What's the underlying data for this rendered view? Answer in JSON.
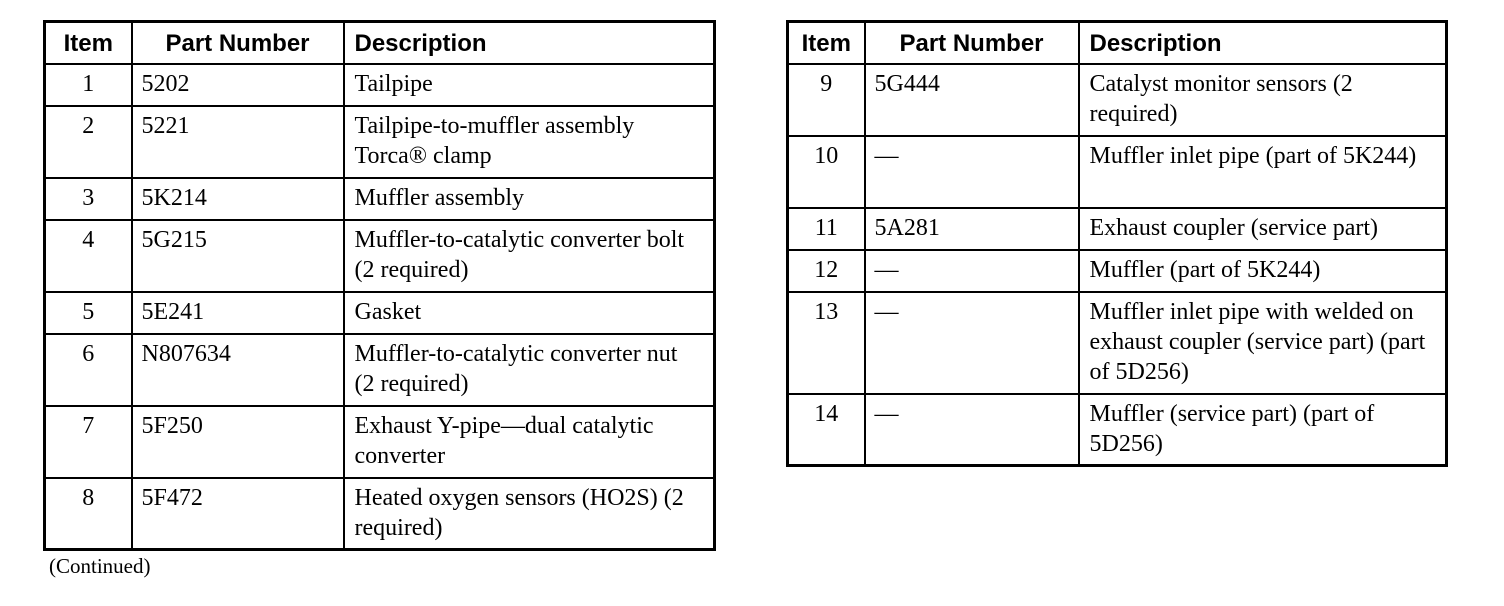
{
  "page": {
    "background_color": "#ffffff",
    "text_color": "#000000",
    "border_color": "#000000"
  },
  "footer": {
    "continued_label": "(Continued)"
  },
  "tables": [
    {
      "name": "exhaust-parts-left",
      "headers": {
        "item": "Item",
        "part_number": "Part Number",
        "description": "Description"
      },
      "rows": [
        {
          "item": "1",
          "part": "5202",
          "desc": "Tailpipe"
        },
        {
          "item": "2",
          "part": "5221",
          "desc": "Tailpipe-to-muffler assembly Torca® clamp"
        },
        {
          "item": "3",
          "part": "5K214",
          "desc": "Muffler assembly"
        },
        {
          "item": "4",
          "part": "5G215",
          "desc": "Muffler-to-catalytic converter bolt (2 required)"
        },
        {
          "item": "5",
          "part": "5E241",
          "desc": "Gasket"
        },
        {
          "item": "6",
          "part": "N807634",
          "desc": "Muffler-to-catalytic converter nut (2 required)"
        },
        {
          "item": "7",
          "part": "5F250",
          "desc": "Exhaust Y-pipe—dual catalytic converter"
        },
        {
          "item": "8",
          "part": "5F472",
          "desc": "Heated oxygen sensors (HO2S) (2 required)"
        }
      ]
    },
    {
      "name": "exhaust-parts-right",
      "headers": {
        "item": "Item",
        "part_number": "Part Number",
        "description": "Description"
      },
      "rows": [
        {
          "item": "9",
          "part": "5G444",
          "desc": "Catalyst monitor sensors (2 required)"
        },
        {
          "item": "10",
          "part": "—",
          "desc": "Muffler inlet pipe (part of 5K244)"
        },
        {
          "item": "11",
          "part": "5A281",
          "desc": "Exhaust coupler (service part)"
        },
        {
          "item": "12",
          "part": "—",
          "desc": "Muffler (part of 5K244)"
        },
        {
          "item": "13",
          "part": "—",
          "desc": "Muffler inlet pipe with welded on exhaust coupler (service part) (part of 5D256)"
        },
        {
          "item": "14",
          "part": "—",
          "desc": "Muffler (service part) (part of 5D256)"
        }
      ]
    }
  ]
}
